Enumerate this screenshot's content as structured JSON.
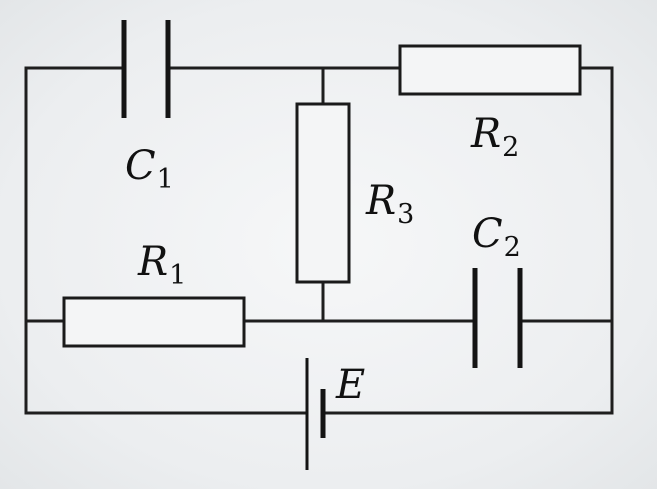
{
  "components": {
    "C1": {
      "symbol": "C",
      "index": "1"
    },
    "C2": {
      "symbol": "C",
      "index": "2"
    },
    "R1": {
      "symbol": "R",
      "index": "1"
    },
    "R2": {
      "symbol": "R",
      "index": "2"
    },
    "R3": {
      "symbol": "R",
      "index": "3"
    },
    "E": {
      "symbol": "E"
    }
  },
  "colors": {
    "ink": "#1e1e1e",
    "paper": "#eef0f1"
  }
}
